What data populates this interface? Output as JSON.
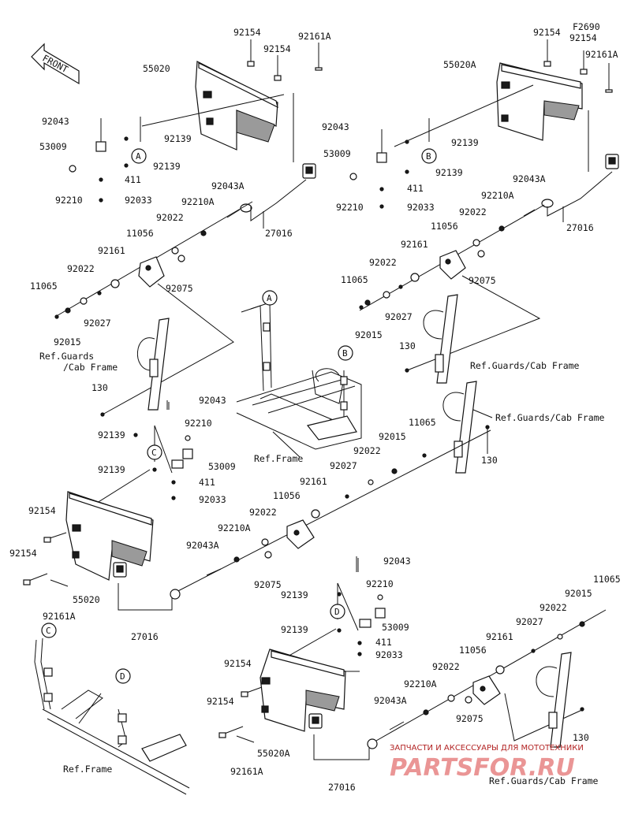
{
  "diagram_code": "F2690",
  "front_label": "FRONT",
  "labels": {
    "tl_92154a": "92154",
    "tl_92161a": "92161A",
    "tl_92154b": "92154",
    "tl_55020": "55020",
    "tl_92043": "92043",
    "tl_92139a": "92139",
    "tl_53009": "53009",
    "tl_92139b": "92139",
    "tl_411": "411",
    "tl_92210": "92210",
    "tl_92033": "92033",
    "tl_92043A": "92043A",
    "tl_92210A": "92210A",
    "tl_92022a": "92022",
    "tl_27016": "27016",
    "tl_11056": "11056",
    "tl_92161": "92161",
    "tl_92075": "92075",
    "tl_92022b": "92022",
    "tl_11065": "11065",
    "tl_92027": "92027",
    "tl_92015": "92015",
    "tl_ref_guards_1": "Ref.Guards",
    "tl_ref_guards_2": "/Cab Frame",
    "tl_130": "130",
    "tr_92154a": "92154",
    "tr_92154b": "92154",
    "tr_92161A": "92161A",
    "tr_55020A": "55020A",
    "tr_92043": "92043",
    "tr_92139a": "92139",
    "tr_53009": "53009",
    "tr_92139b": "92139",
    "tr_411": "411",
    "tr_92210": "92210",
    "tr_92033": "92033",
    "tr_92043A": "92043A",
    "tr_92210A": "92210A",
    "tr_92022a": "92022",
    "tr_27016": "27016",
    "tr_11056": "11056",
    "tr_92161": "92161",
    "tr_92022b": "92022",
    "tr_11065": "11065",
    "tr_92075": "92075",
    "tr_92027": "92027",
    "tr_92015": "92015",
    "tr_130": "130",
    "tr_ref_guards": "Ref.Guards/Cab Frame",
    "mid_ref_frame": "Ref.Frame",
    "mid_ref_guards": "Ref.Guards/Cab Frame",
    "mid_130": "130",
    "ml_92043": "92043",
    "ml_92210": "92210",
    "ml_92139a": "92139",
    "ml_53009": "53009",
    "ml_92139b": "92139",
    "ml_411": "411",
    "ml_92033": "92033",
    "ml_11065": "11065",
    "ml_92015": "92015",
    "ml_92022a": "92022",
    "ml_92027": "92027",
    "ml_92161": "92161",
    "ml_11056": "11056",
    "ml_92022b": "92022",
    "ml_92210A": "92210A",
    "ml_92043A": "92043A",
    "ml_92075": "92075",
    "ml_92154a": "92154",
    "ml_92154b": "92154",
    "ml_55020": "55020",
    "ml_92161A": "92161A",
    "ml_27016": "27016",
    "bl_ref_frame": "Ref.Frame",
    "br_92043": "92043",
    "br_92139a": "92139",
    "br_92210": "92210",
    "br_53009": "53009",
    "br_92139b": "92139",
    "br_411": "411",
    "br_92033": "92033",
    "br_11065": "11065",
    "br_92015": "92015",
    "br_92022a": "92022",
    "br_92027": "92027",
    "br_92161": "92161",
    "br_11056": "11056",
    "br_92022b": "92022",
    "br_92210A": "92210A",
    "br_92043A": "92043A",
    "br_92075": "92075",
    "br_92154a": "92154",
    "br_92154b": "92154",
    "br_55020A": "55020A",
    "br_92161A": "92161A",
    "br_27016": "27016",
    "br_130": "130",
    "br_ref_guards": "Ref.Guards/Cab Frame"
  },
  "callouts": {
    "a": "A",
    "b": "B",
    "c": "C",
    "d": "D"
  },
  "watermark": {
    "line1": "ЗАПЧАСТИ И АКСЕССУАРЫ ДЛЯ МОТОТЕХНИКИ",
    "line2": "PARTSFOR.RU"
  }
}
